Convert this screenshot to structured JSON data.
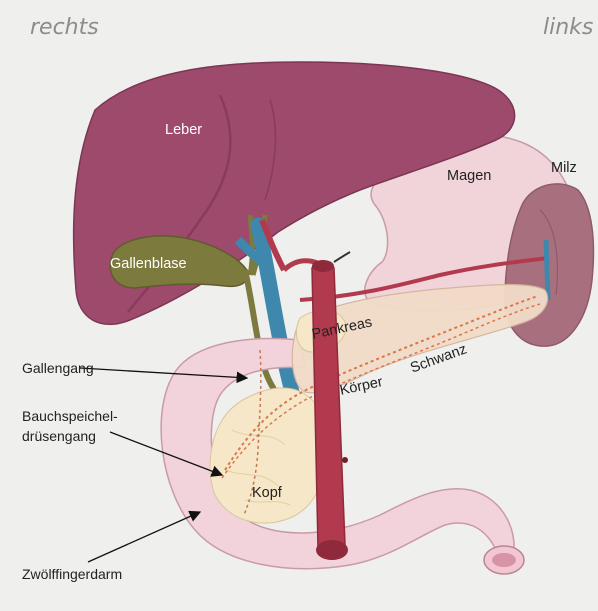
{
  "orientation": {
    "right": "rechts",
    "left": "links"
  },
  "labels": {
    "liver": "Leber",
    "stomach": "Magen",
    "spleen": "Milz",
    "gallbladder": "Gallenblase",
    "pancreas": "Pankreas",
    "body": "Körper",
    "tail": "Schwanz",
    "head": "Kopf",
    "bile_duct": "Gallengang",
    "pancreatic_duct_line1": "Bauchspeichel-",
    "pancreatic_duct_line2": "drüsengang",
    "duodenum": "Zwölffingerdarm"
  },
  "colors": {
    "background": "#efefee",
    "liver": "#9e4a6c",
    "liver_shade": "#8a3b5c",
    "stomach": "#f1d3da",
    "spleen": "#a8707f",
    "gallbladder": "#7d7a3e",
    "pancreas": "#f5e7c7",
    "aorta": "#b23a4e",
    "portal_vein": "#3f88ad",
    "duodenum": "#f2d3dc"
  }
}
